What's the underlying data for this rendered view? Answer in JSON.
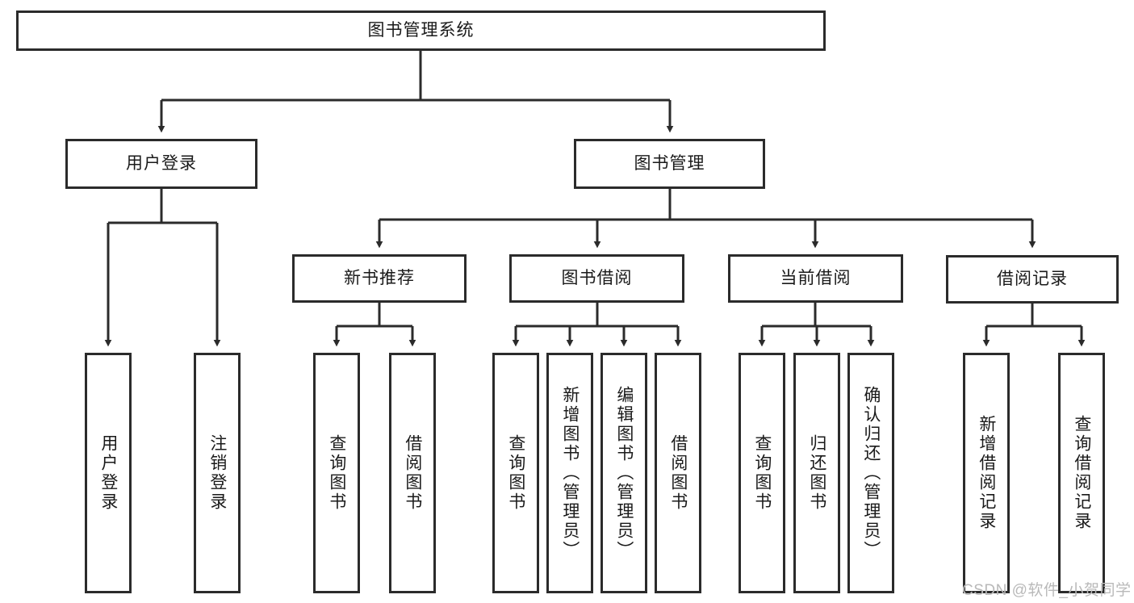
{
  "diagram": {
    "type": "tree",
    "title": "图书管理系统",
    "watermark": "CSDN @软件_小贺同学",
    "colors": {
      "node_border": "#2b2b2b",
      "node_fill": "#ffffff",
      "edge": "#2b2b2b",
      "text": "#1a1a1a",
      "watermark": "#b9b9b9",
      "background": "#ffffff"
    },
    "levels": {
      "root": {
        "label": "图书管理系统"
      },
      "level2": [
        {
          "label": "用户登录"
        },
        {
          "label": "图书管理"
        }
      ],
      "level3": [
        {
          "label": "新书推荐"
        },
        {
          "label": "图书借阅"
        },
        {
          "label": "当前借阅"
        },
        {
          "label": "借阅记录"
        }
      ],
      "leaves": {
        "user_login": [
          {
            "label": "用户登录"
          },
          {
            "label": "注销登录"
          }
        ],
        "new_book_recommend": [
          {
            "label": "查询图书"
          },
          {
            "label": "借阅图书"
          }
        ],
        "book_borrow": [
          {
            "label": "查询图书"
          },
          {
            "label": "新增图书（管理员）"
          },
          {
            "label": "编辑图书（管理员）"
          },
          {
            "label": "借阅图书"
          }
        ],
        "current_borrow": [
          {
            "label": "查询图书"
          },
          {
            "label": "归还图书"
          },
          {
            "label": "确认归还（管理员）"
          }
        ],
        "borrow_record": [
          {
            "label": "新增借阅记录"
          },
          {
            "label": "查询借阅记录"
          }
        ]
      }
    }
  }
}
